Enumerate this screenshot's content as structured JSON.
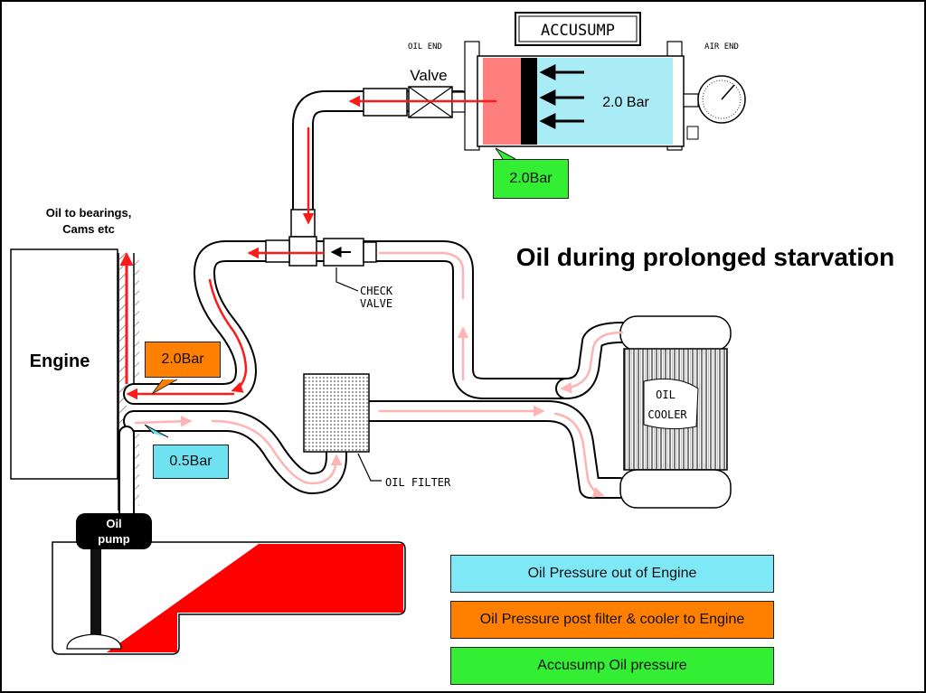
{
  "title": "Oil during prolonged starvation",
  "labels": {
    "accusump": "ACCUSUMP",
    "oil_end": "OIL END",
    "air_end": "AIR END",
    "valve": "Valve",
    "accusump_air_pressure": "2.0 Bar",
    "accusump_callout": "2.0Bar",
    "oil_to_bearings_line1": "Oil to bearings,",
    "oil_to_bearings_line2": "Cams etc",
    "engine": "Engine",
    "engine_feed_callout": "2.0Bar",
    "engine_out_callout": "0.5Bar",
    "check_valve_line1": "CHECK",
    "check_valve_line2": "VALVE",
    "oil_filter": "OIL FILTER",
    "oil_cooler_line1": "OIL",
    "oil_cooler_line2": "COOLER",
    "oil_pump_line1": "Oil",
    "oil_pump_line2": "pump"
  },
  "legend": [
    {
      "text": "Oil Pressure out of Engine",
      "color": "#7fe8f6"
    },
    {
      "text": "Oil Pressure post filter & cooler to Engine",
      "color": "#ff7f00"
    },
    {
      "text": "Accusump Oil pressure",
      "color": "#33ee33"
    }
  ],
  "colors": {
    "oil_red": "#ff1a1a",
    "oil_pink": "#ffb3b3",
    "accusump_oil": "#ff7f7f",
    "accusump_air": "#a9ecf6",
    "callout_cyan": "#6fe2f2",
    "callout_orange": "#ff7f00",
    "callout_green": "#33ee33",
    "sump_red": "#ff0000"
  }
}
